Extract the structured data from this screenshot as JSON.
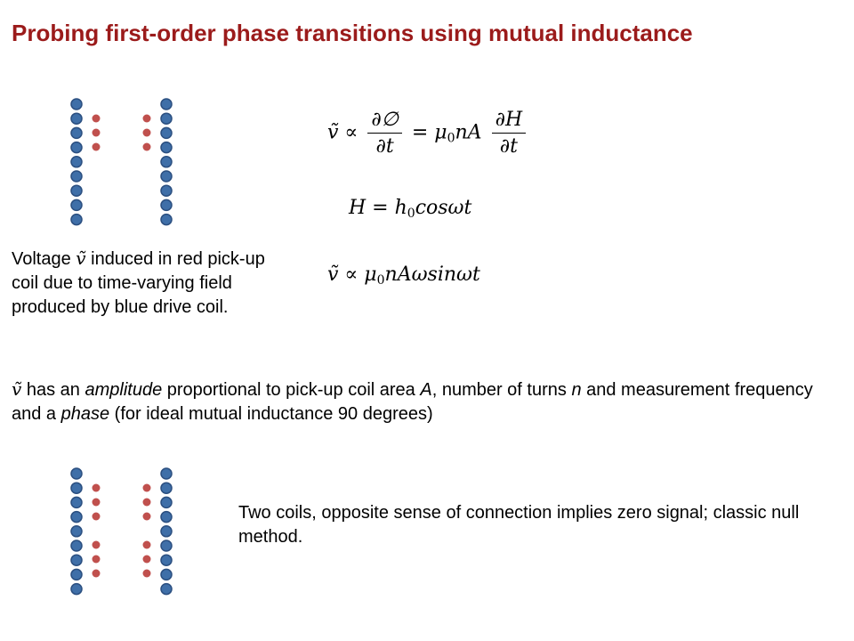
{
  "title": "Probing first-order phase transitions using mutual inductance",
  "colors": {
    "title": "#9b1b1b",
    "drive_coil": "#3f6fa8",
    "pickup_coil": "#c0504d"
  },
  "equations": {
    "eq1": {
      "lhs": "ṽ ∝",
      "num1": "∂∅",
      "den1": "∂t",
      "mid": "= μ",
      "mid_sub": "0",
      "mid2": "nA",
      "num2": "∂H",
      "den2": "∂t"
    },
    "eq2": {
      "lhs": "H = h",
      "sub": "0",
      "rhs": "cosωt"
    },
    "eq3": {
      "lhs": "ṽ ∝ μ",
      "sub": "0",
      "rhs": "nAωsinωt"
    }
  },
  "caption_top": {
    "v1": "Voltage ",
    "sym": "ṽ",
    "v2": " induced in red pick-up coil due to time-varying field produced by blue drive coil."
  },
  "amplitude_text": {
    "sym": "ṽ",
    "p1": " has an ",
    "amp": "amplitude",
    "p2": " proportional to pick-up coil area ",
    "A": "A",
    "p3": ", number of turns ",
    "n": "n",
    "p4": " and measurement frequency and a ",
    "phase": "phase",
    "p5": " (for ideal mutual inductance 90 degrees)"
  },
  "caption_bottom": "Two coils, opposite sense of connection implies zero signal; classic null method.",
  "diagram_top": {
    "drive_turns_per_side": 9,
    "pickup_turns_per_side": 3
  },
  "diagram_bottom": {
    "drive_turns_per_side": 9,
    "pickup_turns_per_side": 6
  }
}
